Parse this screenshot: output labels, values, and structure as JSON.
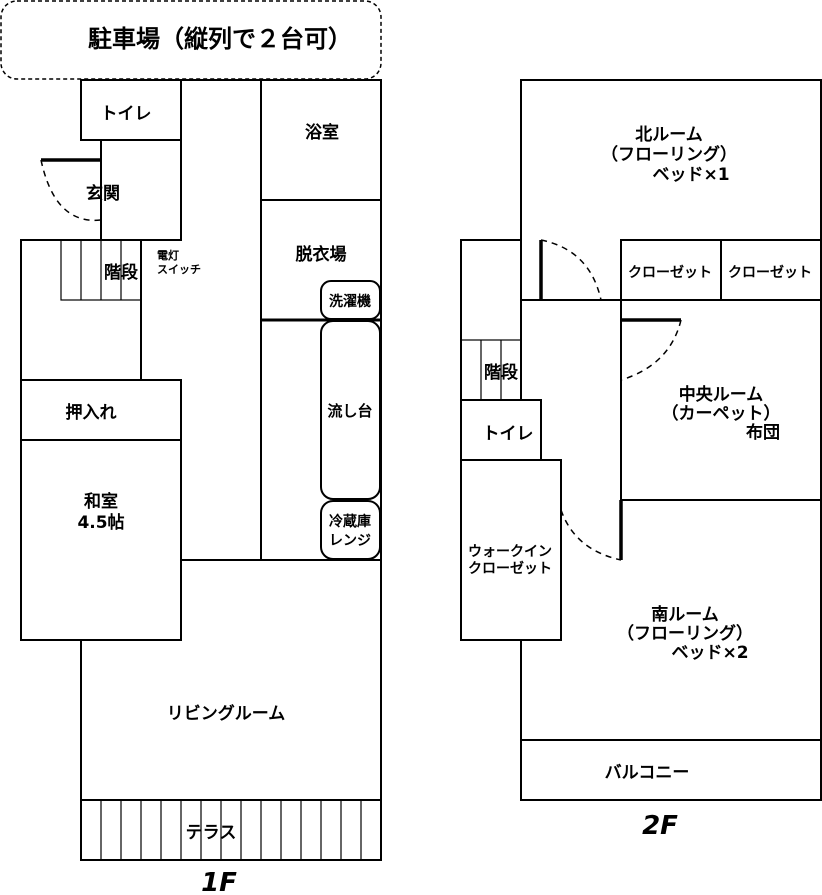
{
  "parking": "駐車場（縦列で２台可）",
  "floor1": {
    "label": "1F",
    "rooms": {
      "toilet": "トイレ",
      "entrance": "玄関",
      "stairs": "階段",
      "light_switch": [
        "電灯",
        "スイッチ"
      ],
      "bathroom": "浴室",
      "dressing_room": "脱衣場",
      "washing_machine": "洗濯機",
      "sink": "流し台",
      "fridge_range": [
        "冷蔵庫",
        "レンジ"
      ],
      "closet": "押入れ",
      "japanese_room": [
        "和室",
        "4.5帖"
      ],
      "living_room": "リビングルーム",
      "terrace": "テラス"
    }
  },
  "floor2": {
    "label": "2F",
    "rooms": {
      "north_room": [
        "北ルーム",
        "（フローリング）",
        "ベッド×1"
      ],
      "closet_a": "クローゼット",
      "closet_b": "クローゼット",
      "stairs": "階段",
      "toilet": "トイレ",
      "central_room": [
        "中央ルーム",
        "（カーペット）",
        "布団"
      ],
      "walk_in_closet": [
        "ウォークイン",
        "クローゼット"
      ],
      "south_room": [
        "南ルーム",
        "（フローリング）",
        "ベッド×2"
      ],
      "balcony": "バルコニー"
    }
  }
}
